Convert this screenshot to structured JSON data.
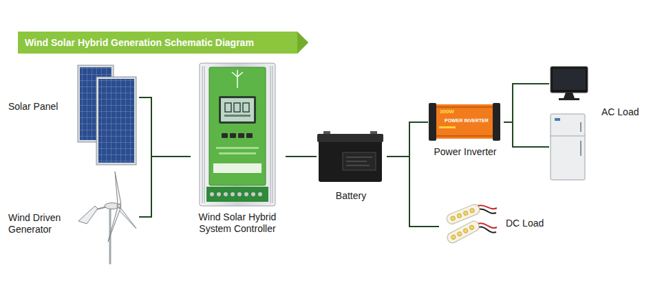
{
  "diagram": {
    "title": "Wind Solar Hybrid Generation Schematic Diagram",
    "nodes": [
      {
        "text": [
          "Solar Panel"
        ]
      },
      {
        "text": [
          "Wind Driven Generator"
        ]
      },
      {
        "text": [
          "Wind Solar Hybrid System Controller"
        ]
      },
      {
        "text": [
          "Battery"
        ]
      },
      {
        "text": [
          "Power Inverter"
        ]
      },
      {
        "text": [
          "AC Load"
        ]
      },
      {
        "text": [
          "DC Load"
        ]
      }
    ],
    "edges": [
      {
        "from": 0,
        "to": 2,
        "arrow": "none"
      },
      {
        "from": 1,
        "to": 2,
        "arrow": "none"
      },
      {
        "from": 2,
        "to": 3,
        "arrow": "none"
      },
      {
        "from": 3,
        "to": 4,
        "arrow": "none"
      },
      {
        "from": 3,
        "to": 6,
        "arrow": "none"
      },
      {
        "from": 4,
        "to": 5,
        "arrow": "none"
      }
    ],
    "labels": [
      "300W",
      "POWER INVERTER"
    ]
  }
}
